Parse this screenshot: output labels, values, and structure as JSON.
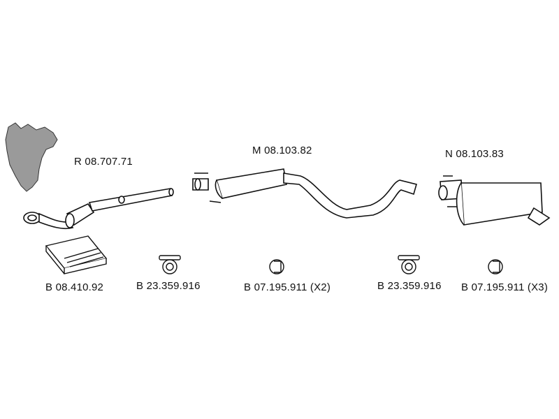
{
  "parts": {
    "front_pipe": "R 08.707.71",
    "middle_silencer": "M 08.103.82",
    "rear_silencer": "N 08.103.83"
  },
  "fittings": {
    "fitting_kit": "B 08.410.92",
    "clamp_front": "B 23.359.916",
    "ring_middle": "B 07.195.911 (X2)",
    "clamp_rear": "B 23.359.916",
    "ring_rear": "B 07.195.911 (X3)"
  },
  "colors": {
    "line": "#111111",
    "fill": "#ffffff",
    "shade": "#9a9a9a"
  }
}
